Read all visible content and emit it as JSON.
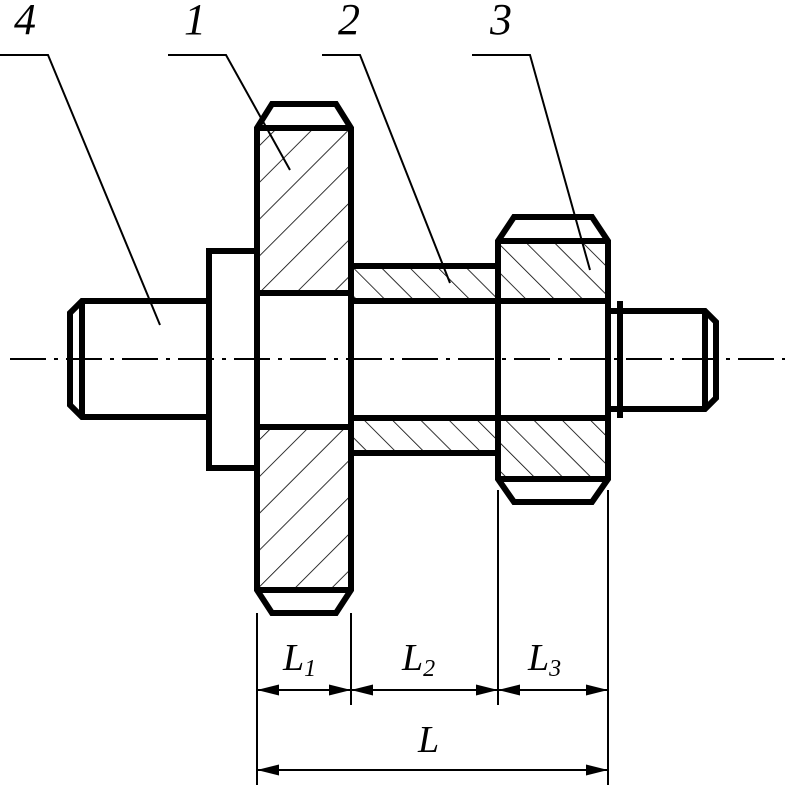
{
  "parts": {
    "p1": "1",
    "p2": "2",
    "p3": "3",
    "p4": "4"
  },
  "dimensions": {
    "L1": {
      "main": "L",
      "sub": "1"
    },
    "L2": {
      "main": "L",
      "sub": "2"
    },
    "L3": {
      "main": "L",
      "sub": "3"
    },
    "L": "L"
  }
}
